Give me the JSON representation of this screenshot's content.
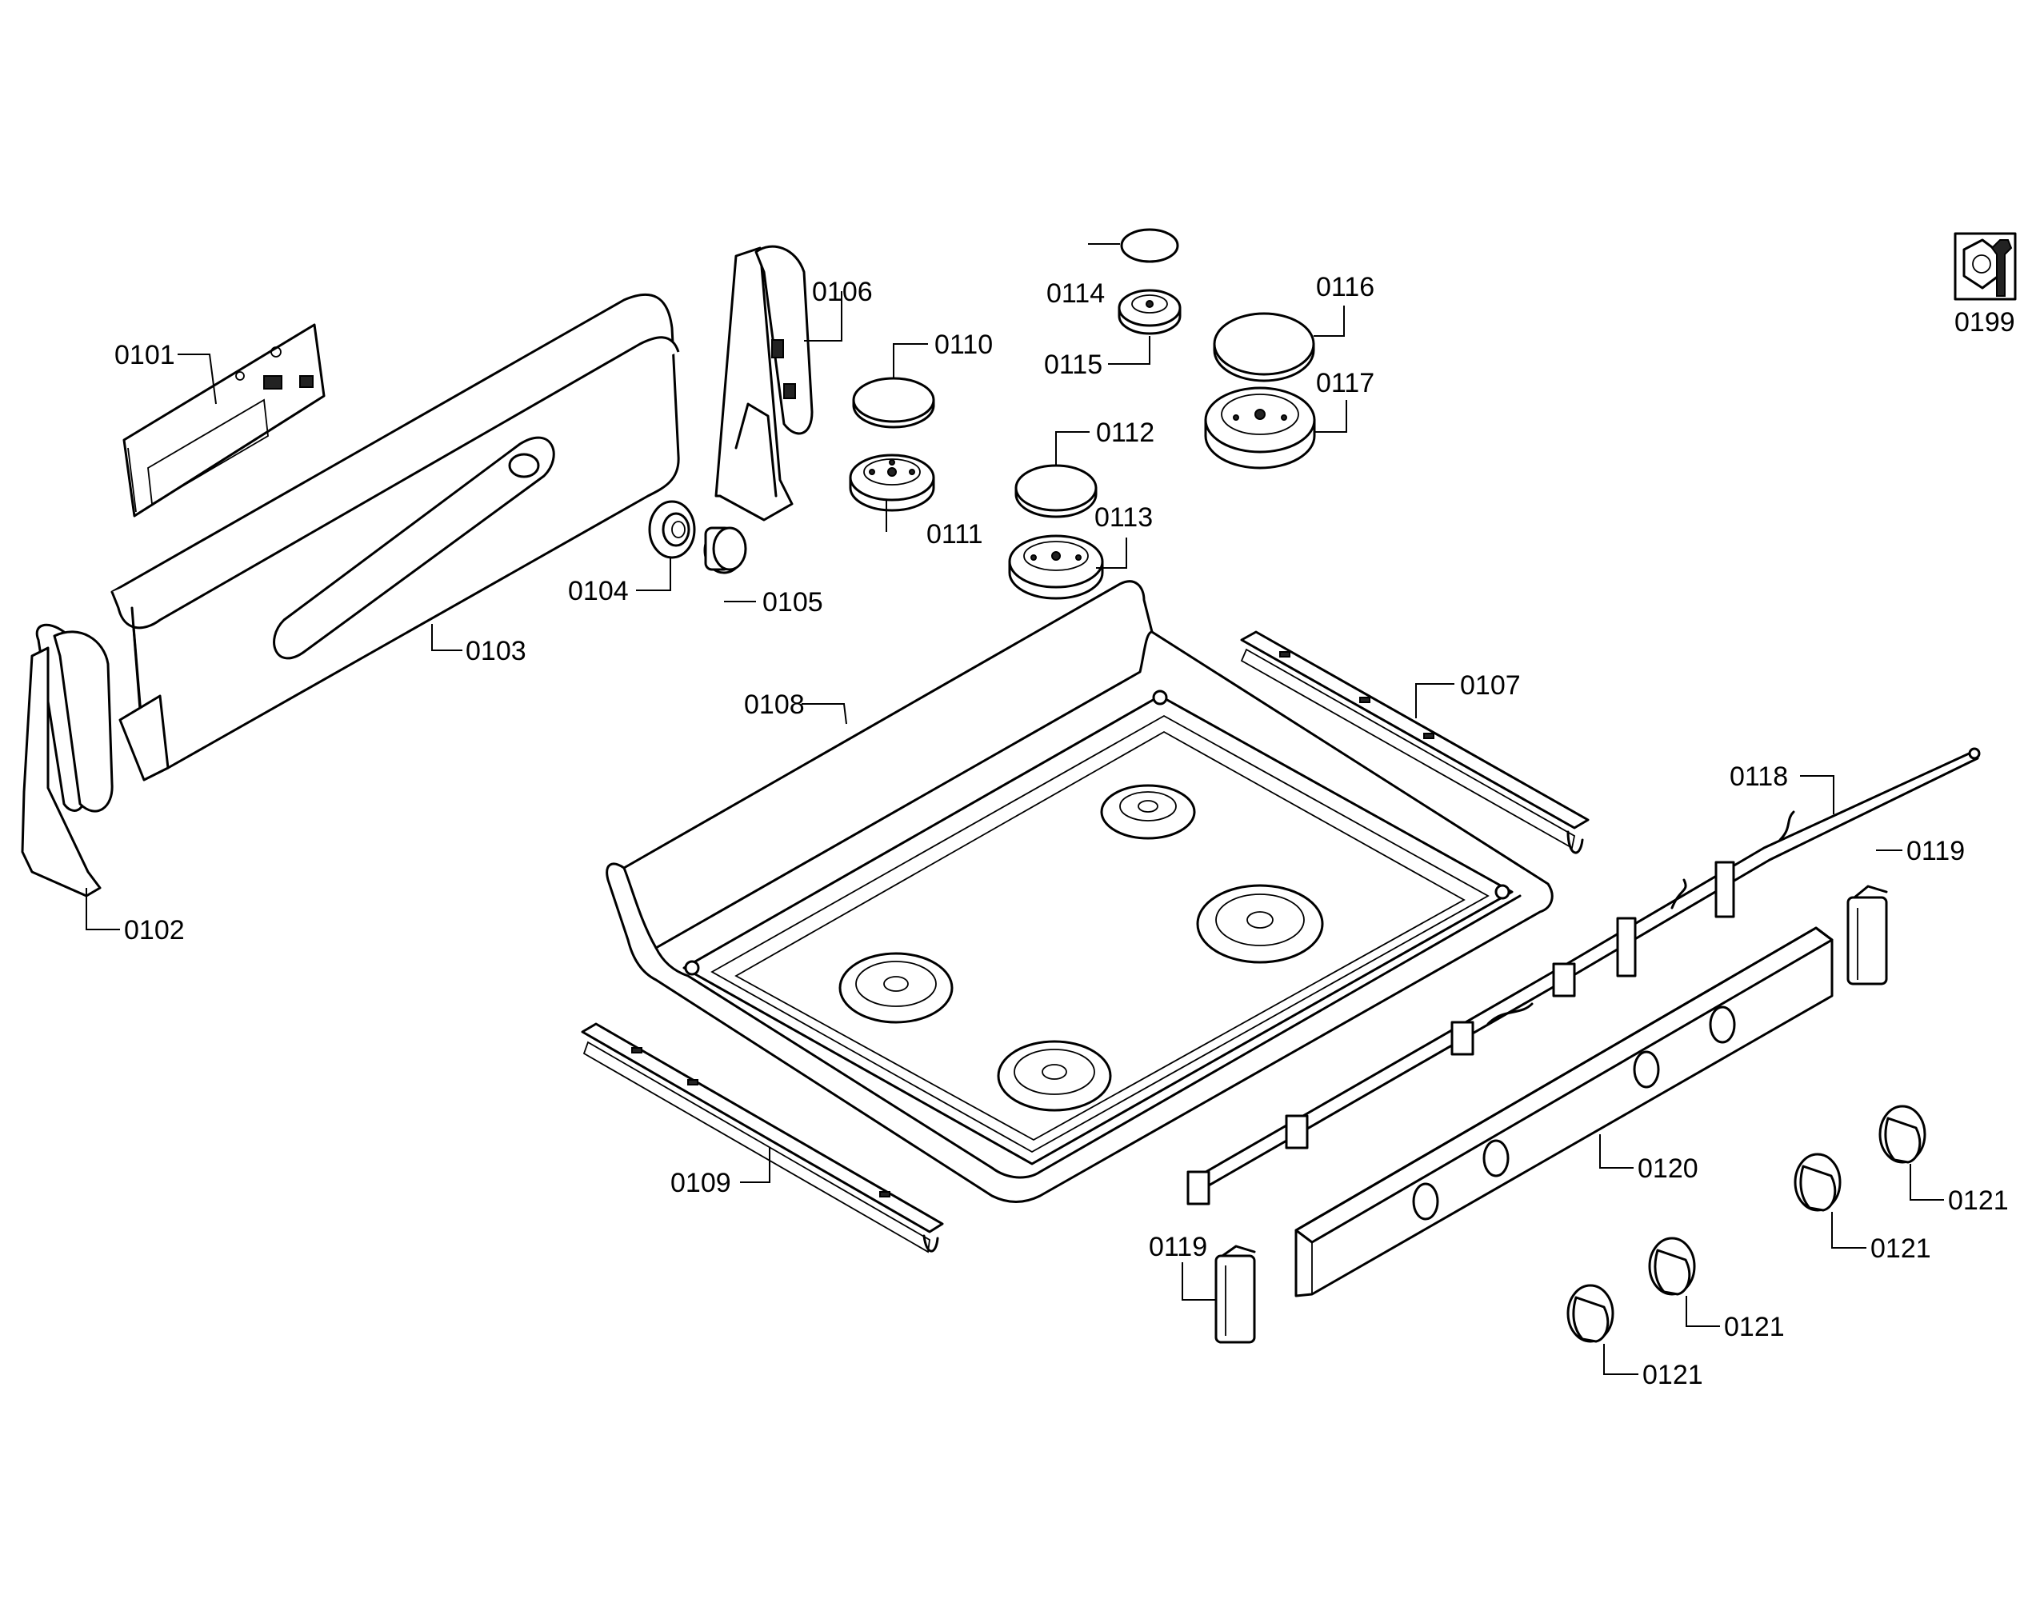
{
  "diagram": {
    "type": "exploded-parts-view",
    "labels": {
      "p0101": "0101",
      "p0102": "0102",
      "p0103": "0103",
      "p0104": "0104",
      "p0105": "0105",
      "p0106": "0106",
      "p0107": "0107",
      "p0108": "0108",
      "p0109": "0109",
      "p0110": "0110",
      "p0111": "0111",
      "p0112": "0112",
      "p0113": "0113",
      "p0114": "0114",
      "p0115": "0115",
      "p0116": "0116",
      "p0117": "0117",
      "p0118": "0118",
      "p0119a": "0119",
      "p0119b": "0119",
      "p0120": "0120",
      "p0121a": "0121",
      "p0121b": "0121",
      "p0121c": "0121",
      "p0121d": "0121",
      "p0199": "0199"
    },
    "icons": {
      "tool_kit": "nut-and-wrench-icon"
    }
  }
}
